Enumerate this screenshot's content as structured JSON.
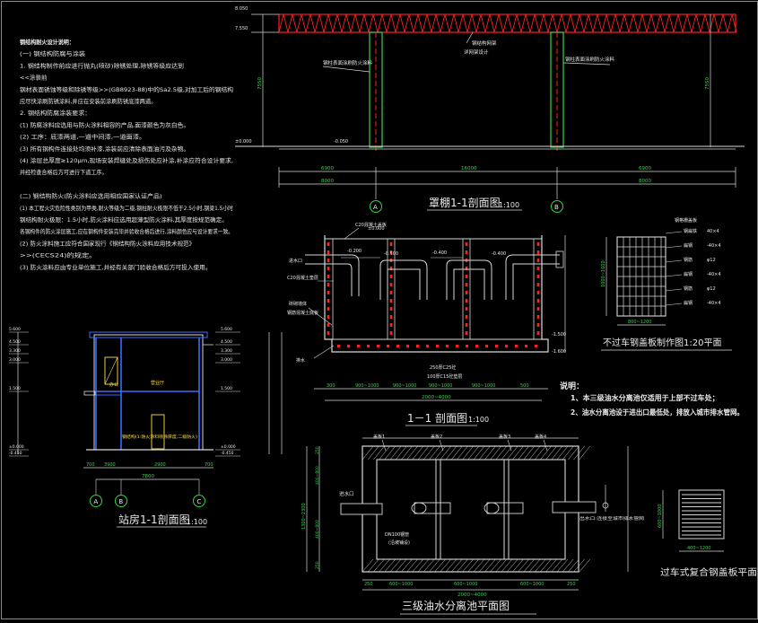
{
  "colors": {
    "background": "#000000",
    "line": "#d8d8d8",
    "red": "#ff2020",
    "cyan": "#00e5ff",
    "yellow": "#ffe14a",
    "green": "#35d24b",
    "magenta": "#ff33cc",
    "blue": "#3a6bff"
  },
  "notes": {
    "lines": [
      "钢结构耐火设计说明：",
      "(一) 钢结构防腐与涂装",
      "1. 钢结构制作前应进行抛丸(喷砂)除锈处理,除锈等级应达到",
      "<<涂装前",
      "钢材表面锈蚀等级和除锈等级>>(GB8923-88)中的Sa2.5级,对加工后的钢结构",
      "应尽快涂刷防锈涂料,并应在安装前涂刷防锈底漆两道。",
      "2. 钢结构防腐涂装要求：",
      "(1) 防腐涂料应选用与防火涂料相容的产品,面漆颜色为灰白色。",
      "(2) 工序：底漆两道,一道中间漆,一道面漆。",
      "(3) 所有钢构件连接处均须补漆,涂装前应清除表面油污及杂物。",
      "(4) 涂层总厚度≥120μm,现场安装焊缝处及损伤处应补涂,补涂应符合设计要求,",
      "并经检查合格后方可进行下道工序。",
      "",
      "(二) 钢结构防火(防火涂料应选用相应国家认证产品)",
      "(1) 本工程火灾危险性类别为甲类,耐火等级为二级,钢柱耐火极限不低于2.5小时,钢梁1.5小时",
      "钢结构耐火极限：1.5小时,防火涂料应选用超薄型防火涂料,其厚度按规范确定。",
      "各钢构件的防火涂层施工,应在钢构件安装完毕并验收合格后进行,涂料颜色应与设计要求一致。",
      "(2) 防火涂料施工应符合国家现行《钢结构防火涂料应用技术规范》",
      ">>(CECS24)的规定。",
      "(3) 防火涂料应由专业单位施工,并经有关部门验收合格后方可投入使用。"
    ]
  },
  "canopy": {
    "title": "罩棚1-1剖面图",
    "scale": "1:100",
    "elev_top": "8.050",
    "elev_eave": "7.550",
    "elev_zero": "±0.000",
    "elev_bottom": "-0.050",
    "annot_top1": "钢结构网架",
    "annot_top2": "详网架设计",
    "annot_left": "钢柱表面涂刷防火涂料",
    "annot_right": "钢柱表面涂刷防火涂料",
    "dim_h1": "7550",
    "dim_h2": "7550",
    "dim_total": "16000",
    "dim_left": "8000",
    "dim_right": "8000",
    "dim_left_cant": "6900",
    "dim_right_cant": "6900",
    "axis_a": "A",
    "axis_b": "B"
  },
  "section11": {
    "title": "1－1 剖面图",
    "scale": "1:100",
    "labels": {
      "l1": "C20混凝土盖板",
      "l2": "进水口",
      "l3": "C20混凝土垫层",
      "l4": "砖砌墙体",
      "l5": "钢筋混凝土底板",
      "l6": "排水",
      "l7": "250厚C25砼",
      "l8": "100厚C15砼垫层",
      "e1": "±0.000",
      "e2": "-0.200",
      "e3": "-0.400",
      "e4": "-0.500",
      "e5": "-0.400",
      "e6": "-1.500",
      "e7": "-1.600"
    },
    "dims": [
      "300",
      "900~1000",
      "900~1000",
      "900~1000",
      "900~1000",
      "500"
    ],
    "dim_total": "2000~4000"
  },
  "cover_plan": {
    "title": "不过车钢盖板制作图1:20平面",
    "labels": [
      "钢扁铁",
      "扁钢",
      "钢筋",
      "扁钢",
      "钢筋",
      "扁钢"
    ],
    "specs": [
      "40×4",
      "-40×4",
      "φ12",
      "-40×4",
      "φ12",
      "-40×4"
    ],
    "dim_h": "1000~1600",
    "dim_w": "800~1200",
    "top_label": "钢格栅盖板"
  },
  "remarks": {
    "head": "说明：",
    "items": [
      "1、本三级油水分离池仅适用于上部不过车处；",
      "2、油水分离池设于进出口最低处，排放入城市排水管网。"
    ]
  },
  "station": {
    "title": "站房1-1剖面图",
    "scale": "1:100",
    "room1": "办公",
    "room2": "营业厅",
    "note": "钢结构(1:防火涂料喷涂厚度,二级防火)",
    "elevs": [
      "5.600",
      "4.500",
      "3.300",
      "3.000",
      "1.500",
      "±0.000",
      "-0.450"
    ],
    "dims": [
      "700",
      "3900",
      "2900",
      "700"
    ],
    "dim_total": "7800",
    "axes": [
      "A",
      "B",
      "C"
    ]
  },
  "plan": {
    "title": "三级油水分离池平面图",
    "inlet": "进水口",
    "pipe_note": "DN100钢管",
    "pipe_note2": "(沿坡铺设)",
    "outlet_note": "出水口:连接至城市排水管网",
    "lid_labels": [
      "盖板1",
      "盖板2",
      "盖板3",
      "盖板4"
    ],
    "dims": [
      "250",
      "600~1000",
      "600~1000",
      "600~1000",
      "250"
    ],
    "dim_total": "2000~4000",
    "left_dims": [
      "250",
      "400~800",
      "400~800",
      "250"
    ],
    "left_total": "1300~2300"
  },
  "car_cover": {
    "title": "过车式复合钢盖板平面",
    "dim_h": "600~1000",
    "dim_w": "400~1200"
  }
}
